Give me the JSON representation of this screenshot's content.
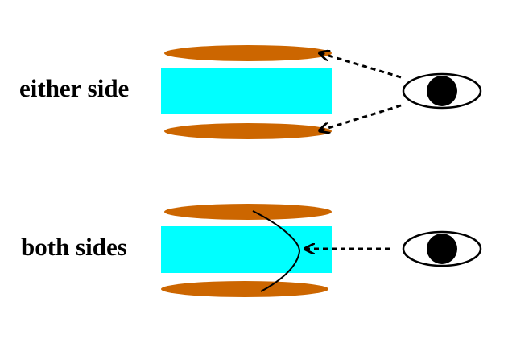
{
  "labels": {
    "top": "either side",
    "bottom": "both sides"
  },
  "colors": {
    "disk": "#CC6600",
    "band": "#00FFFF",
    "ink": "#000000",
    "background": "#FFFFFF"
  },
  "icons": {
    "viewer": "eye-icon",
    "direction": "dashed-arrow"
  }
}
